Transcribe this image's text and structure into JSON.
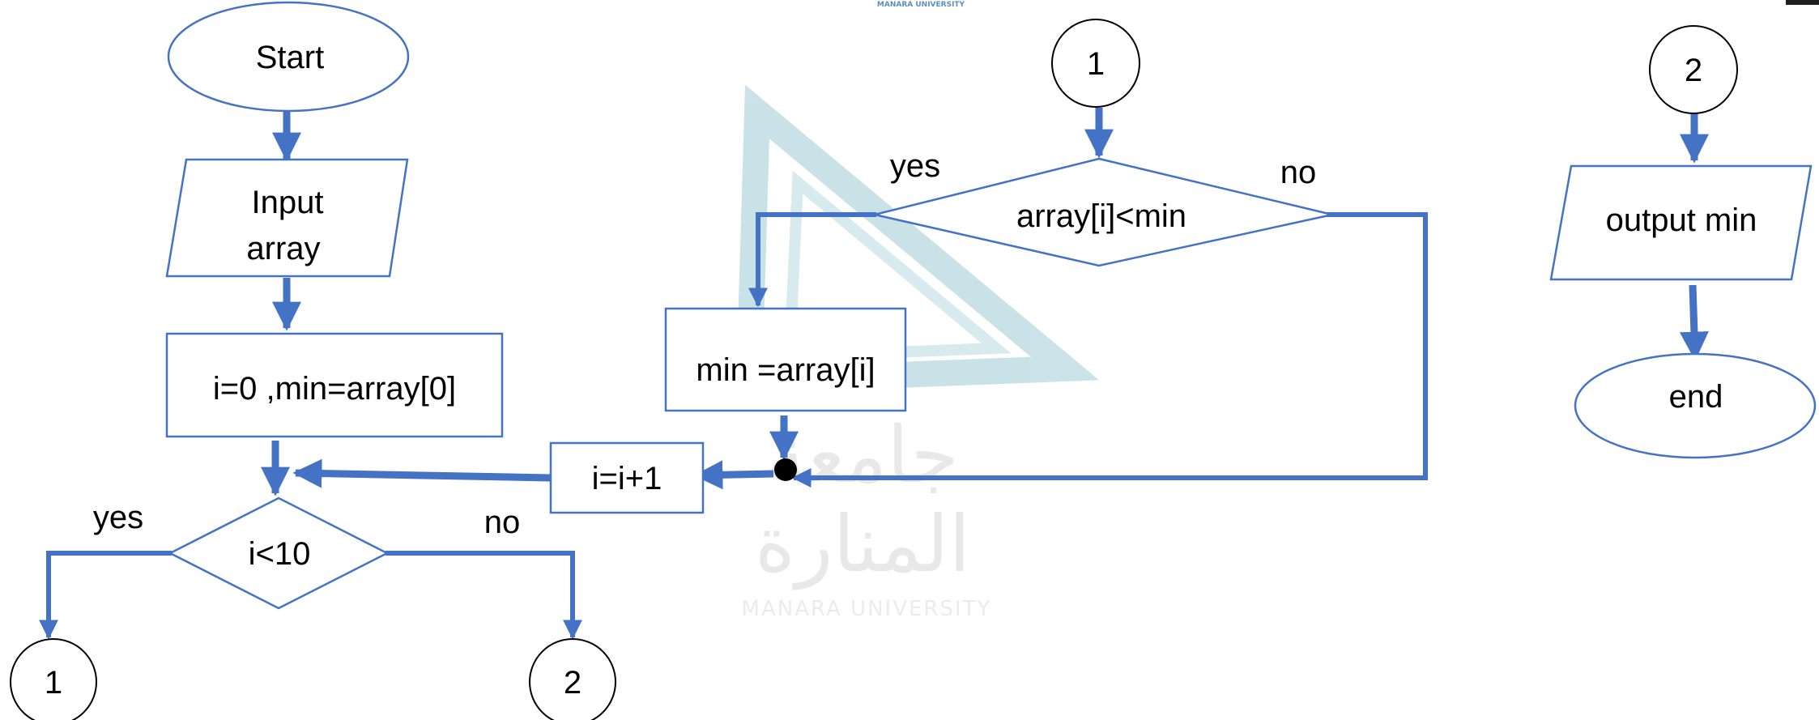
{
  "colors": {
    "node_stroke": "#4472c4",
    "node_fill": "#ffffff",
    "arrow": "#4472c4",
    "text": "#000000",
    "junction": "#000000",
    "watermark": "#9ecbd6"
  },
  "watermark": {
    "arabic_line1": "جامعة",
    "arabic_line2": "المنارة",
    "latin": "MANARA UNIVERSITY",
    "header_latin": "MANARA UNIVERSITY"
  },
  "diagram": {
    "start": "Start",
    "input": [
      "Input",
      "array"
    ],
    "init": "i=0 ,min=array[0]",
    "loop_test": "i<10",
    "loop_yes": "yes",
    "loop_no": "no",
    "connector_1": "1",
    "connector_2": "2",
    "compare": "array[i]<min",
    "compare_yes": "yes",
    "compare_no": "no",
    "assign": "min =array[i]",
    "increment": "i=i+1",
    "output": "output min",
    "end": "end"
  }
}
